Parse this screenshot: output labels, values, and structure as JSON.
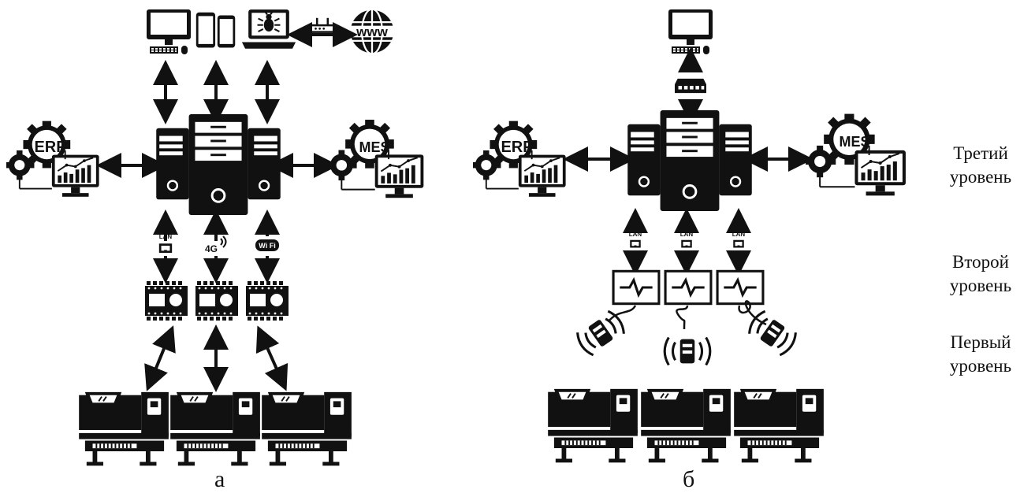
{
  "panels": [
    {
      "label": "а"
    },
    {
      "label": "б"
    }
  ],
  "levels": [
    {
      "line1": "Третий",
      "line2": "уровень"
    },
    {
      "line1": "Второй",
      "line2": "уровень"
    },
    {
      "line1": "Первый",
      "line2": "уровень"
    }
  ],
  "badges": {
    "erp": "ERP",
    "mes": "MES",
    "lan": "LAN",
    "g4": "4G",
    "wifi": "Wi Fi",
    "www": "www"
  },
  "icons": [
    "monitor-icon",
    "tablet-icon",
    "laptop-bug-icon",
    "router-icon",
    "globe-www-icon",
    "server-rack-icon",
    "erp-gear-icon",
    "mes-gear-icon",
    "lan-icon",
    "4g-icon",
    "wifi-icon",
    "io-module-icon",
    "machine-icon",
    "network-switch-icon",
    "oscilloscope-icon",
    "wireless-sensor-icon",
    "double-arrow-icon"
  ],
  "colors": {
    "ink": "#111111",
    "background": "#ffffff"
  }
}
